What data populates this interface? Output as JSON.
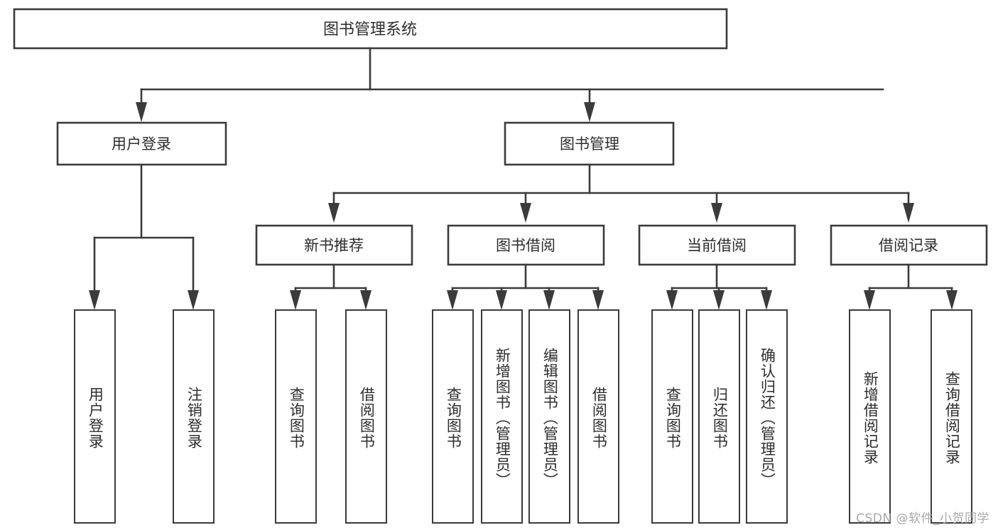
{
  "diagram": {
    "type": "tree-hierarchy-chart",
    "title": "图书管理系统",
    "watermark": "CSDN @软件_小贺同学",
    "colors": {
      "stroke": "#3b3b3b",
      "fill": "#ffffff",
      "text": "#2d2d2d",
      "watermark": "#a8a8a8"
    },
    "levels": {
      "root": {
        "label": "图书管理系统"
      },
      "level2": [
        {
          "label": "用户登录"
        },
        {
          "label": "图书管理"
        }
      ],
      "level3": [
        {
          "label": "新书推荐"
        },
        {
          "label": "图书借阅"
        },
        {
          "label": "当前借阅"
        },
        {
          "label": "借阅记录"
        }
      ],
      "leaves": {
        "user_login": [
          {
            "label": "用户登录"
          },
          {
            "label": "注销登录"
          }
        ],
        "new_book_recommend": [
          {
            "label": "查询图书"
          },
          {
            "label": "借阅图书"
          }
        ],
        "book_borrow": [
          {
            "label": "查询图书"
          },
          {
            "label": "新增图书（管理员）"
          },
          {
            "label": "编辑图书（管理员）"
          },
          {
            "label": "借阅图书"
          }
        ],
        "current_borrow": [
          {
            "label": "查询图书"
          },
          {
            "label": "归还图书"
          },
          {
            "label": "确认归还（管理员）"
          }
        ],
        "borrow_record": [
          {
            "label": "新增借阅记录"
          },
          {
            "label": "查询借阅记录"
          }
        ]
      }
    }
  }
}
